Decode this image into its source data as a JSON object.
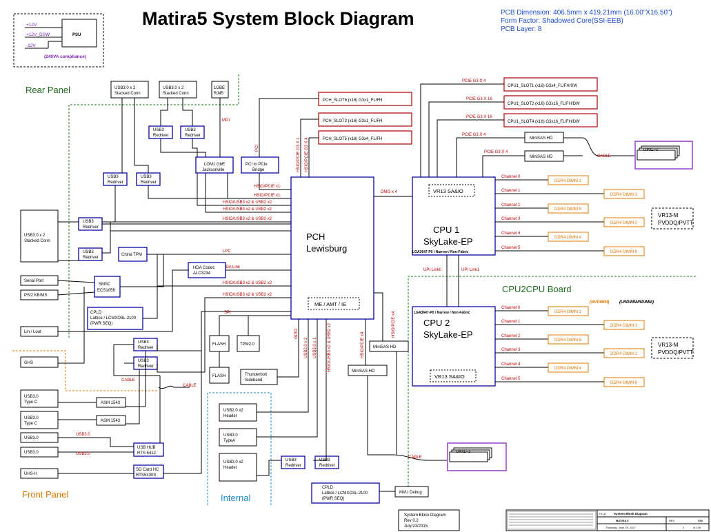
{
  "title": "Matira5 System Block Diagram",
  "pcb_info": [
    "PCB Dimension: 406.5mm x 419.21mm (16.00\"X16.50\")",
    "Form Factor: Shadowed Core(SSI-EEB)",
    "PCB Layer: 8"
  ],
  "psu": {
    "label": "PSU",
    "rails": [
      "+12V",
      "+12V_DSW",
      "-12V"
    ],
    "note": "(240VA compliance)"
  },
  "regions": {
    "rear": "Rear Panel",
    "front": "Front Panel",
    "internal": "Internal",
    "cpu2cpu": "CPU2CPU Board"
  },
  "pch": {
    "name": "PCH",
    "sub": "Lewisburg",
    "inner": "ME / AMT / IE"
  },
  "cpu1": {
    "name": "CPU 1",
    "sub": "SkyLake-EP",
    "vr": "VR13 SA&IO",
    "socket": "LGA3647-P0 / Narrow / Non-Fabric"
  },
  "cpu2": {
    "name": "CPU 2",
    "sub": "SkyLake-EP",
    "vr": "VR13 SA&IO",
    "socket": "LGA3647-P0 / Narrow / Non-Fabric"
  },
  "vr13m": [
    "VR13-M",
    "PVDDQ/PVTT"
  ],
  "cpu1_slots": [
    "CPU1_SLOT1 (x16) G3x4_FL/FH/SW",
    "CPU1_SLOT2 (x16) G3x16_FL/FH/DW",
    "CPU1_SLOT4 (x16) G3x16_FL/FH/DW"
  ],
  "cpu1_slot_links": [
    "PCIE G3 X 4",
    "PCIE G3 X 16",
    "PCIE G3 X 16"
  ],
  "pch_slots": [
    "PCH_SLOT6 (x16) G3x1_FL/FH",
    "PCH_SLOT3 (x16) G3x1_FL/FH",
    "PCH_SLOT5 (x16) G3x4_FL/FH"
  ],
  "pch_slot_links": [
    "PCI",
    "HSIO/PCIE G3 X 1",
    "HSIO/PCIE G3 X 4"
  ],
  "minisas": [
    "MiniSAS HD",
    "MiniSAS HD",
    "MiniSAS HD",
    "MiniSAS HD"
  ],
  "minisas_links": [
    "PCIE G3 X 4",
    "PCIE G3 X 4"
  ],
  "uim": [
    "UIM1~3",
    "UIM1~3"
  ],
  "cable": "CABLE",
  "channels": [
    "Channel 0",
    "Channel 1",
    "Channel 2",
    "Channel 3",
    "Channel 4",
    "Channel 5"
  ],
  "cpu1_dimms": [
    "DDR4 DIMM 1",
    "DDR4 DIMM 3",
    "DDR4 DIMM 5",
    "DDR4 DIMM 2",
    "DDR4 DIMM 4",
    "DDR4 DIMM 6"
  ],
  "cpu2_dimms": [
    "DDR4 DIMM 1",
    "DDR4 DIMM 3",
    "DDR4 DIMM 5",
    "DDR4 DIMM 2",
    "DDR4 DIMM 4",
    "DDR4 DIMM 6"
  ],
  "nvdimm_note": "(NVDIMM)",
  "lrdimm_note": "(LRDIMM/RDIMM)",
  "dmi": "DMI3 x 4",
  "upi": [
    "UPI Link0",
    "UPI Link1"
  ],
  "rear_blocks": {
    "usb3x2_a": [
      "USB3.0 x 2",
      "Stacked Conn"
    ],
    "usb3x2_b": [
      "USB3.0 x 2",
      "Stacked Conn"
    ],
    "rj45": [
      "1GBE",
      "RJ45"
    ],
    "mdi": "MDI",
    "redriver": [
      "USB3",
      "Redriver"
    ],
    "lom": [
      "LOM1 GbE",
      "Jacksonville"
    ],
    "pci_bridge": [
      "PCI to PCIe",
      "Bridge"
    ],
    "usb3_stacked": [
      "USB3.0 x 2",
      "Stacked Conn"
    ],
    "china_tpm": "China TPM",
    "hda_codec": [
      "HDA Codec",
      "ALC3234"
    ],
    "serial": "Serial Port",
    "ps2": "PS/2 KB/MS",
    "smsc": [
      "SMSC",
      "ECS105K"
    ],
    "cpld_a": [
      "CPLD",
      "Lattice / LCMXO3L-2100",
      "(PWR SEQ)"
    ],
    "lin": "Lin / Lout"
  },
  "pch_links": [
    "HSIO/PCIE x1",
    "HSIO/PCIE x1",
    "HSIO/USB3 x2 & USB2 x2",
    "HSIO/USB3 x2 & USB2 x2",
    "HSIO/USB3 x2 & USB2 x2",
    "LPC",
    "HDA Link",
    "HSIO/USB3 x2 & USB2 x2",
    "HSIO/USB3 x2 & USB2 x2",
    "SPI"
  ],
  "pch_bottom_links": [
    "GPIO",
    "USB2.0 x 2",
    "USB3.0 x 1",
    "HSIO/USB3 x2 & USB2 x2",
    "HSIO/PCIE x4",
    "HSIO/PCIE x4"
  ],
  "front_blocks": {
    "ghs": "GHS",
    "typec_1": [
      "USB3.0",
      "Type C"
    ],
    "typec_2": [
      "USB3.0",
      "Type C"
    ],
    "asm": "ASM 1543",
    "usb3_1": "USB3.0",
    "usb3_2": "USB3.0",
    "uhs": "UHS-II",
    "usb_hub": [
      "USB HUB",
      "RTS 5412"
    ],
    "sd_card": [
      "SD Card HC",
      "RTS5330S"
    ],
    "usb30_link": "USB3.0"
  },
  "internal_blocks": {
    "flash": "FLASH",
    "tpm2": "TPM2.0",
    "thunderbolt": [
      "Thunderbolt",
      "Sideband"
    ],
    "usb2_hdr": [
      "USB2.0 x2",
      "Header"
    ],
    "usb3_typea": [
      "USB3.0",
      "TypeA"
    ],
    "usb3_hdr": [
      "USB3.0 x2",
      "Header"
    ],
    "cpld_b": [
      "CPLD",
      "Lattice / LCMXO3L-2100",
      "(PWR SEQ)"
    ],
    "mvu": "MVU Debug"
  },
  "footer_note": [
    "System Block Diagram",
    "Rev 0.2",
    "July/23/2015"
  ],
  "title_block": {
    "title_label": "TITLE",
    "title": "System Block Diagram",
    "dwg": "MATIRA 5",
    "rev_label": "REV",
    "rev": "X02",
    "date": "Thursday, June 29, 2017",
    "sheet": "2",
    "of": "of 100"
  }
}
